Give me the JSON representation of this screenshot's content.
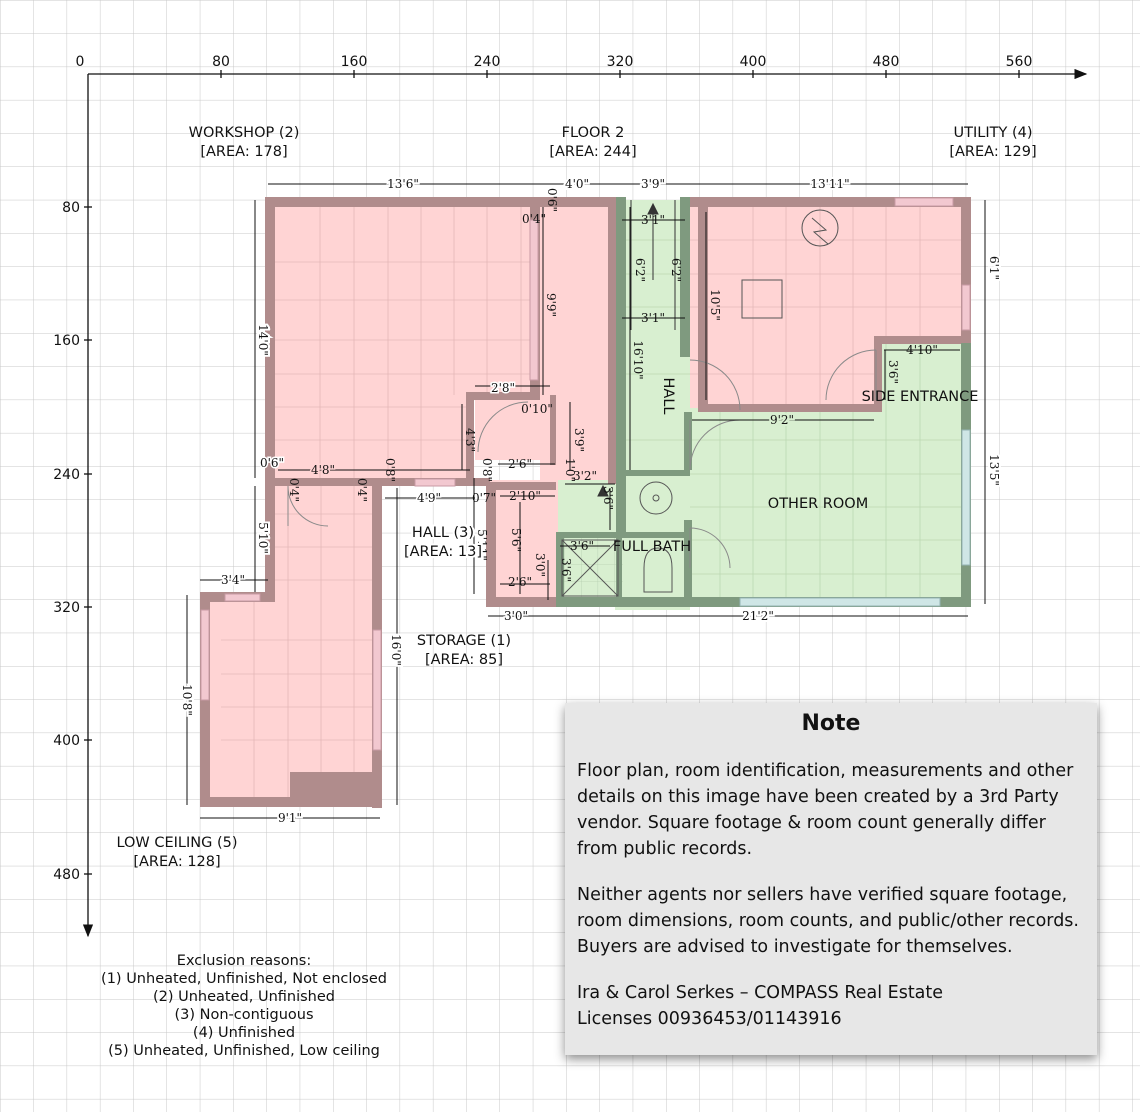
{
  "axis": {
    "x_ticks": [
      "0",
      "80",
      "160",
      "240",
      "320",
      "400",
      "480",
      "560"
    ],
    "y_ticks": [
      "80",
      "160",
      "240",
      "320",
      "400",
      "480"
    ]
  },
  "rooms": {
    "workshop": {
      "name": "WORKSHOP (2)",
      "area": "[AREA: 178]"
    },
    "floor2": {
      "name": "FLOOR 2",
      "area": "[AREA: 244]"
    },
    "utility": {
      "name": "UTILITY (4)",
      "area": "[AREA: 129]"
    },
    "hall3": {
      "name": "HALL (3)",
      "area": "[AREA: 13]"
    },
    "storage": {
      "name": "STORAGE (1)",
      "area": "[AREA: 85]"
    },
    "low_ceiling": {
      "name": "LOW CEILING (5)",
      "area": "[AREA: 128]"
    },
    "hall": "HALL",
    "side_entrance": "SIDE ENTRANCE",
    "other_room": "OTHER ROOM",
    "full_bath": "FULL BATH"
  },
  "dims": {
    "top_13_6": "13'6\"",
    "top_4_0": "4'0\"",
    "top_3_9": "3'9\"",
    "top_13_11": "13'11\"",
    "d_0_6_top": "0'6\"",
    "d_0_4_top": "0'4\"",
    "d_3_1_a": "3'1\"",
    "d_6_2_a": "6'2\"",
    "d_6_2_b": "6'2\"",
    "d_3_1_b": "3'1\"",
    "d_6_1": "6'1\"",
    "d_14_0": "14'0\"",
    "d_9_9": "9'9\"",
    "d_10_5": "10'5\"",
    "d_16_10": "16'10\"",
    "d_4_10": "4'10\"",
    "d_3_6_side": "3'6\"",
    "d_2_8": "2'8\"",
    "d_0_10": "0'10\"",
    "d_9_2": "9'2\"",
    "d_4_3": "4'3\"",
    "d_3_9": "3'9\"",
    "d_13_5": "13'5\"",
    "d_0_6_left": "0'6\"",
    "d_4_8": "4'8\"",
    "d_0_8_a": "0'8\"",
    "d_0_8_b": "0'8\"",
    "d_2_6_a": "2'6\"",
    "d_1_0": "1'0\"",
    "d_0_4_a": "0'4\"",
    "d_0_4_b": "0'4\"",
    "d_3_2": "3'2\"",
    "d_4_9": "4'9\"",
    "d_0_7": "0'7\"",
    "d_2_10": "2'10\"",
    "d_3_6_bath": "3'6\"",
    "d_5_10": "5'10\"",
    "d_5_6": "5'6\"",
    "d_3_0_v": "3'0\"",
    "d_3_6_bath2": "3'6\"",
    "d_3_6_bath3": "3'6\"",
    "d_5_11": "5'11\"",
    "d_2_6_b": "2'6\"",
    "d_3_4": "3'4\"",
    "d_3_0_h": "3'0\"",
    "d_21_2": "21'2\"",
    "d_16_0": "16'0\"",
    "d_10_8": "10'8\"",
    "d_9_1": "9'1\""
  },
  "note": {
    "title": "Note",
    "p1": "Floor plan, room identification, measurements and other details on this image have been created by a 3rd Party vendor. Square footage & room count generally differ from public records.",
    "p2": "Neither agents nor sellers have verified square footage, room dimensions, room counts, and public/other records. Buyers are advised to investigate for themselves.",
    "p3a": "Ira & Carol Serkes – COMPASS Real Estate",
    "p3b": "Licenses 00936453/01143916"
  },
  "exclusions": {
    "title": "Exclusion reasons:",
    "items": [
      "(1) Unheated, Unfinished, Not enclosed",
      "(2) Unheated, Unfinished",
      "(3) Non-contiguous",
      "(4) Unfinished",
      "(5) Unheated, Unfinished, Low ceiling"
    ]
  },
  "colors": {
    "wall": "#b08c8c",
    "wall_green": "#7f9a7f",
    "pink_fill": "#ffd4d4",
    "green_fill": "#d8efd0",
    "grid": "#c8c8c8"
  }
}
